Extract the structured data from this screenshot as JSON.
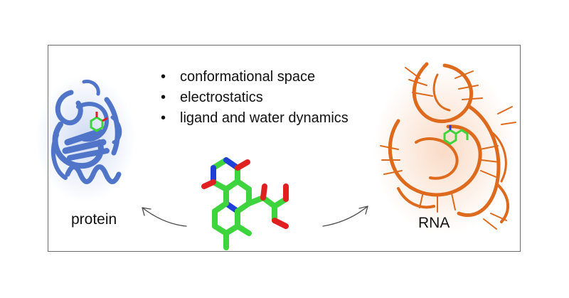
{
  "bullets": [
    "conformational space",
    "electrostatics",
    "ligand and water dynamics"
  ],
  "labels": {
    "protein": "protein",
    "rna": "RNA"
  },
  "colors": {
    "protein": "#4f74c8",
    "rna": "#de6a1e",
    "ligand_carbon": "#3ed43e",
    "nitrogen": "#1f3fd8",
    "oxygen": "#e02020",
    "frame": "#6b6b6b",
    "arrow": "#4a4a4a"
  },
  "icons": {
    "protein_structure": "protein-ribbon-icon",
    "rna_structure": "rna-ribbon-icon",
    "ligand_structure": "flavin-ligand-icon"
  }
}
